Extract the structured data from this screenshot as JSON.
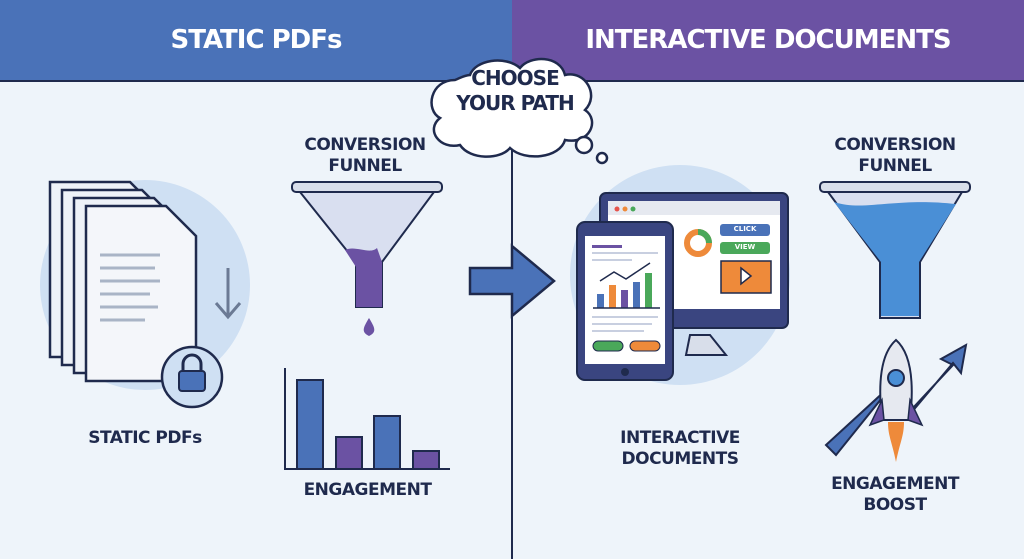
{
  "header": {
    "left_title": "STATIC PDFs",
    "right_title": "INTERACTIVE DOCUMENTS"
  },
  "cloud": {
    "line1": "CHOOSE",
    "line2": "YOUR PATH"
  },
  "left": {
    "funnel_label_1": "CONVERSION",
    "funnel_label_2": "FUNNEL",
    "docs_label": "STATIC PDFs",
    "chart_label": "ENGAGEMENT"
  },
  "right": {
    "funnel_label_1": "CONVERSION",
    "funnel_label_2": "FUNNEL",
    "devices_label_1": "INTERACTIVE",
    "devices_label_2": "DOCUMENTS",
    "boost_label_1": "ENGAGEMENT",
    "boost_label_2": "BOOST",
    "button_click": "CLICK",
    "button_view": "VIEW"
  },
  "colors": {
    "blue": "#4a72b8",
    "purple": "#6b52a3",
    "navy": "#1f2a4d",
    "orange": "#ee8a3a",
    "green": "#4aa85a"
  }
}
